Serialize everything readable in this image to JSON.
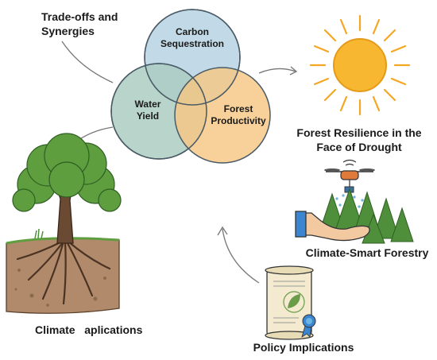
{
  "labels": {
    "tradeoffs_line1": "Trade-offs and",
    "tradeoffs_line2": "Synergies",
    "carbon_line1": "Carbon",
    "carbon_line2": "Sequestration",
    "water_line1": "Water",
    "water_line2": "Yield",
    "forest_line1": "Forest",
    "forest_line2": "Productivity",
    "resilience_line1": "Forest Resilience in the",
    "resilience_line2": "Face of Drought",
    "climate_smart": "Climate-Smart Forestry",
    "climate_applications": "Climate   aplications",
    "policy": "Policy Implications"
  },
  "colors": {
    "carbon_circle": "#b7d3e3",
    "water_circle": "#a9cbbf",
    "forest_circle": "#f6c784",
    "overlap_all": "#c9bf83",
    "sun": "#f5a623",
    "tree_leaves": "#5e9e3f",
    "soil": "#b08a6a",
    "drone": "#e07a3a",
    "pine": "#4f8f3c",
    "hand": "#3a86d0",
    "scroll": "#f3ead0",
    "seal": "#3a86d0"
  },
  "icons": {
    "sun": "sun-icon",
    "drone": "drone-icon",
    "hand": "hand-icon",
    "scroll": "scroll-icon",
    "tree": "tree-icon"
  }
}
